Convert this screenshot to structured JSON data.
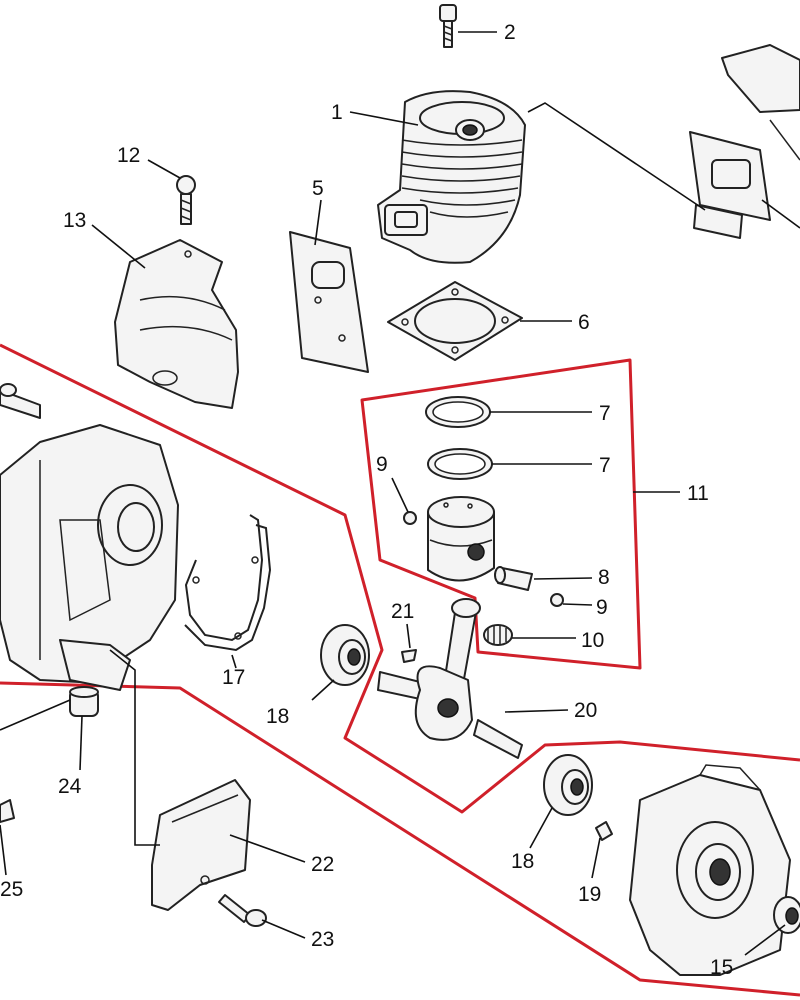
{
  "callouts": {
    "c1": "1",
    "c2": "2",
    "c5": "5",
    "c6": "6",
    "c7a": "7",
    "c7b": "7",
    "c8": "8",
    "c9a": "9",
    "c9b": "9",
    "c10": "10",
    "c11": "11",
    "c12": "12",
    "c13": "13",
    "c15": "15",
    "c17": "17",
    "c18a": "18",
    "c18b": "18",
    "c19": "19",
    "c20": "20",
    "c21": "21",
    "c22": "22",
    "c23": "23",
    "c24": "24",
    "c25": "25"
  },
  "colors": {
    "highlight": "#d0202a",
    "linework": "#222222"
  },
  "icons": [
    "engine-exploded-parts-diagram"
  ]
}
